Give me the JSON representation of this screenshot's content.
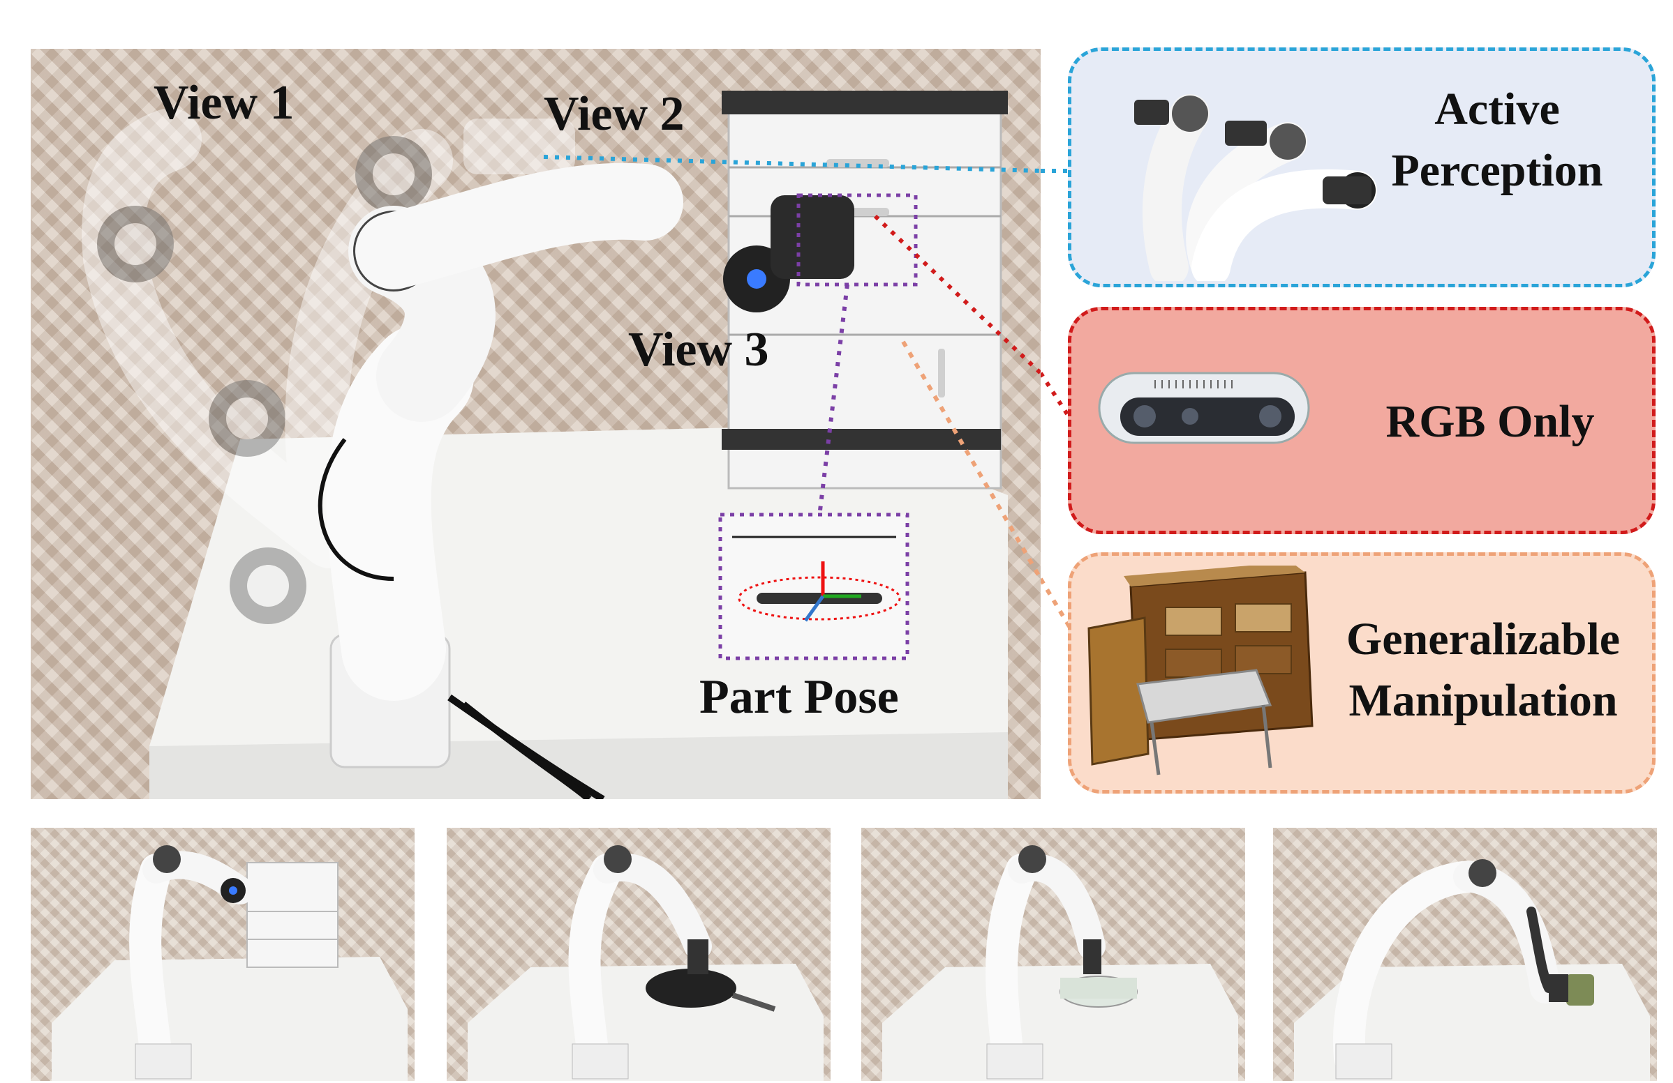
{
  "photo_labels": {
    "view1": "View 1",
    "view2": "View 2",
    "view3": "View 3",
    "part_pose": "Part Pose"
  },
  "panels": {
    "active": {
      "line1": "Active",
      "line2": "Perception",
      "border_color": "#2aa4d8",
      "fill_color": "#e6ebf6"
    },
    "rgb": {
      "label": "RGB Only",
      "border_color": "#d11b1b",
      "fill_color": "#f2a99f"
    },
    "generalizable": {
      "line1": "Generalizable",
      "line2": "Manipulation",
      "border_color": "#eea277",
      "fill_color": "#fbdcca"
    }
  },
  "leader_colors": {
    "view2": "#2aa4d8",
    "camera": "#d11b1b",
    "cabinet": "#eea277",
    "part_pose": "#7b3fa6"
  },
  "bottom_scenes": [
    {
      "object": "drawer-cabinet"
    },
    {
      "object": "frying-pan"
    },
    {
      "object": "cooking-pot"
    },
    {
      "object": "mug"
    }
  ]
}
